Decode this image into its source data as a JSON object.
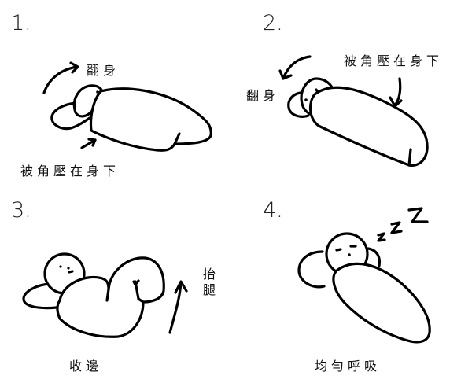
{
  "panels": [
    {
      "step": "1.",
      "labels": {
        "turn": "翻身",
        "tuck": "被角壓在身下"
      }
    },
    {
      "step": "2.",
      "labels": {
        "turn": "翻身",
        "tuck": "被角壓在身下"
      }
    },
    {
      "step": "3.",
      "labels": {
        "lift": "抬腿",
        "tuck_in": "收邊"
      }
    },
    {
      "step": "4.",
      "labels": {
        "breathe": "均勻呼吸",
        "zzz": "zzZ"
      }
    }
  ],
  "colors": {
    "stroke": "#000000",
    "background": "#ffffff",
    "number": "#222222"
  }
}
